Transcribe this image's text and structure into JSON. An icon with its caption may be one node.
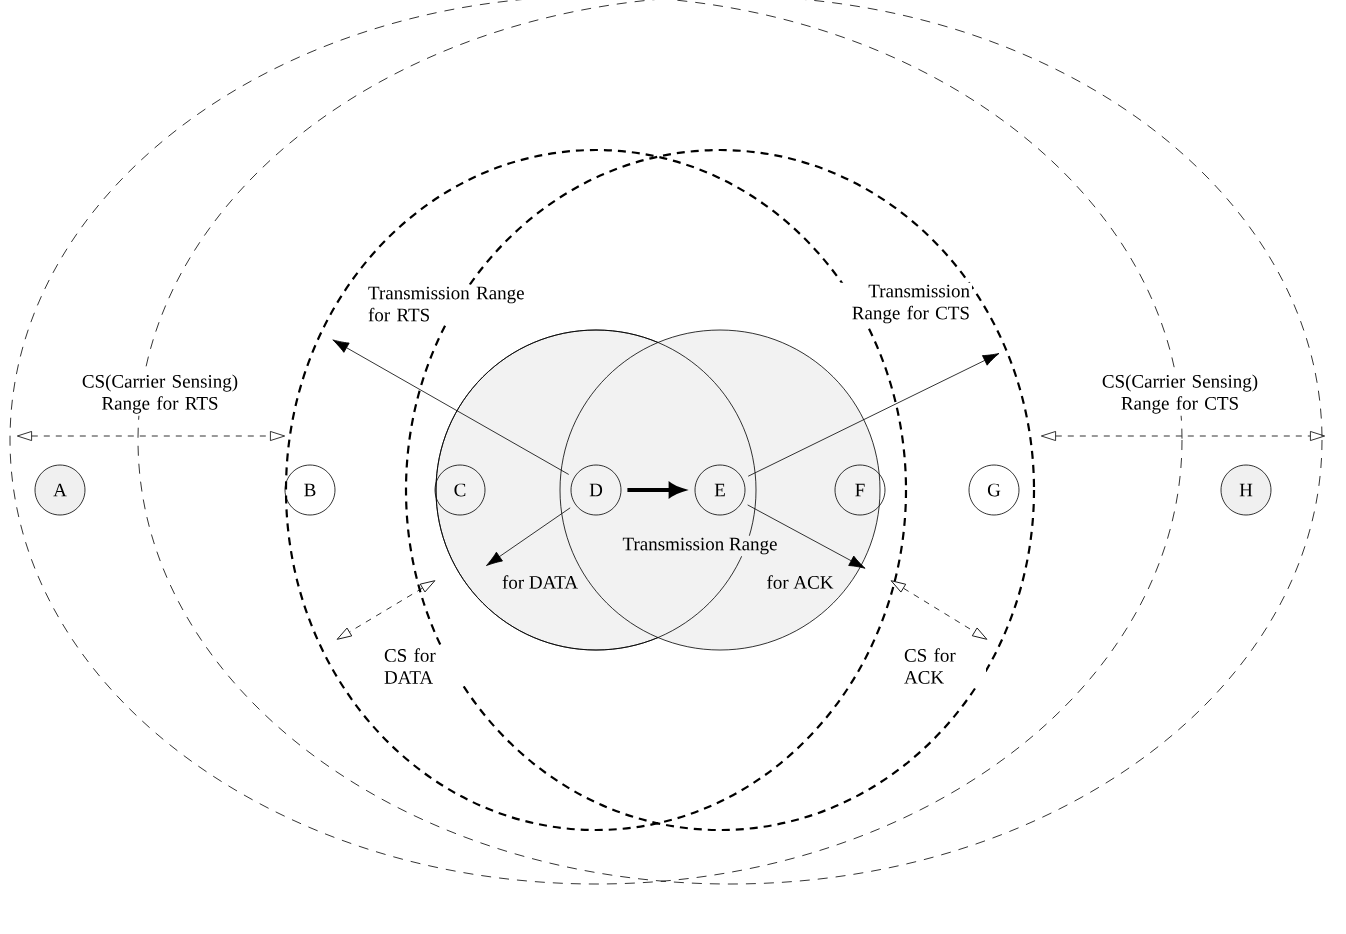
{
  "diagram": {
    "nodes": [
      {
        "text": [
          "A"
        ]
      },
      {
        "text": [
          "B"
        ]
      },
      {
        "text": [
          "C"
        ]
      },
      {
        "text": [
          "D"
        ]
      },
      {
        "text": [
          "E"
        ]
      },
      {
        "text": [
          "F"
        ]
      },
      {
        "text": [
          "G"
        ]
      },
      {
        "text": [
          "H"
        ]
      }
    ],
    "edges": [
      {
        "from": 3,
        "to": 4,
        "arrow": "to",
        "style": "thick"
      },
      {
        "from": 3,
        "to": null,
        "arrow": "to",
        "label": "Transmission Range for RTS"
      },
      {
        "from": 4,
        "to": null,
        "arrow": "to",
        "label": "Transmission Range for CTS"
      },
      {
        "from": 3,
        "to": null,
        "arrow": "to",
        "label": "for DATA"
      },
      {
        "from": 4,
        "to": null,
        "arrow": "to",
        "label": "for ACK"
      }
    ],
    "labels": [
      "CS(Carrier Sensing) Range for RTS",
      "CS(Carrier Sensing) Range for CTS",
      "Transmission Range",
      "CS for DATA",
      "CS for ACK"
    ]
  }
}
